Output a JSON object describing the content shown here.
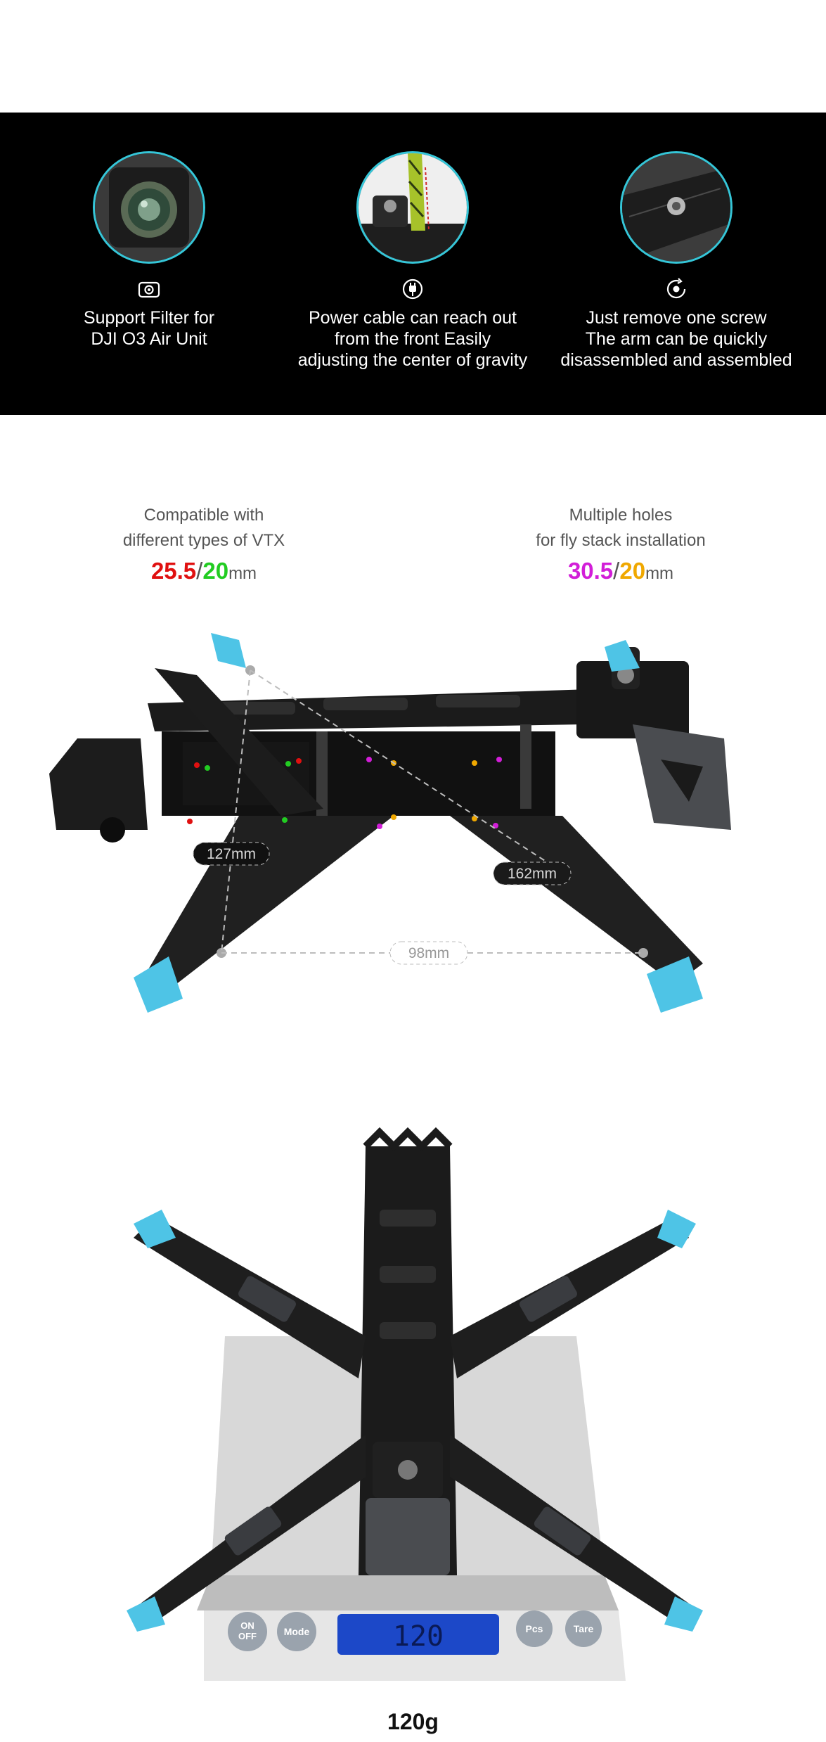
{
  "features": [
    {
      "icon": "camera-lens-icon",
      "caption": "Support Filter for\nDJI O3 Air Unit"
    },
    {
      "icon": "power-plug-icon",
      "caption": "Power cable can reach out\nfrom the front Easily\nadjusting the center of gravity"
    },
    {
      "icon": "screw-rotate-icon",
      "caption": "Just remove one screw\nThe arm can be quickly\ndisassembled and assembled"
    }
  ],
  "specs": {
    "vtx": {
      "text": "Compatible with\ndifferent types of VTX",
      "value_a": "25.5",
      "sep": "/",
      "value_b": "20",
      "unit": "mm",
      "color_a": "#e01010",
      "color_b": "#22cc22"
    },
    "stack": {
      "text": "Multiple holes\nfor fly stack installation",
      "value_a": "30.5",
      "sep": "/",
      "value_b": "20",
      "unit": "mm",
      "color_a": "#d21ed8",
      "color_b": "#f0a800"
    }
  },
  "dimensions": {
    "a": "127mm",
    "b": "162mm",
    "c": "98mm"
  },
  "scale": {
    "on_off": "ON\nOFF",
    "mode": "Mode",
    "pcs": "Pcs",
    "tare": "Tare",
    "display": "120"
  },
  "weight": "120g",
  "colors": {
    "accent": "#35c6d8",
    "tpu": "#4ec4e6",
    "carbon": "#1a1a1a"
  }
}
